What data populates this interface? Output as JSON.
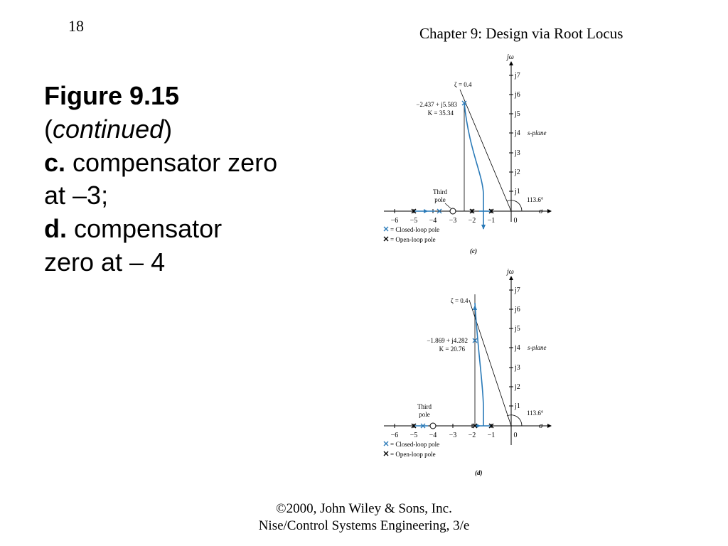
{
  "slide_number": "18",
  "chapter_title": "Chapter 9: Design via Root Locus",
  "caption": {
    "figure_label": "Figure 9.15",
    "continued_open": "(",
    "continued": "continued",
    "continued_close": ")",
    "c_label": "c.",
    "c_text": " compensator zero at –3;",
    "d_label": "d.",
    "d_text": " compensator zero at – 4"
  },
  "figures": [
    {
      "id": "c",
      "panel_label": "(c)",
      "jw_label": "jω",
      "sigma_label": "σ",
      "plane_label": "s-plane",
      "zeta_label": "ζ = 0.4",
      "angle_label": "113.6°",
      "operating_point_line1": "−2.437 + j5.583",
      "operating_point_line2": "K = 35.34",
      "third_pole_line1": "Third",
      "third_pole_line2": "pole",
      "legend_closed": "= Closed-loop pole",
      "legend_open": "= Open-loop pole",
      "y_ticks": [
        "j7",
        "j6",
        "j5",
        "j4",
        "j3",
        "j2",
        "j1"
      ],
      "x_ticks": [
        "−6",
        "−5",
        "−4",
        "−3",
        "−2",
        "−1",
        "0"
      ]
    },
    {
      "id": "d",
      "panel_label": "(d)",
      "jw_label": "jω",
      "sigma_label": "σ",
      "plane_label": "s-plane",
      "zeta_label": "ζ = 0.4",
      "angle_label": "113.6°",
      "operating_point_line1": "−1.869 + j4.282",
      "operating_point_line2": "K = 20.76",
      "third_pole_line1": "Third",
      "third_pole_line2": "pole",
      "legend_closed": "= Closed-loop pole",
      "legend_open": "= Open-loop pole",
      "y_ticks": [
        "j7",
        "j6",
        "j5",
        "j4",
        "j3",
        "j2",
        "j1"
      ],
      "x_ticks": [
        "−6",
        "−5",
        "−4",
        "−3",
        "−2",
        "−1",
        "0"
      ]
    }
  ],
  "colors": {
    "locus": "#2a7ab8",
    "axis": "#000000"
  },
  "footer": {
    "line1": "©2000, John Wiley & Sons, Inc.",
    "line2": "Nise/Control Systems Engineering, 3/e"
  }
}
